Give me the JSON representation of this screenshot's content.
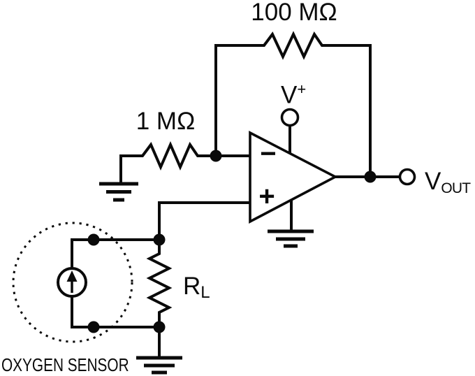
{
  "diagram": {
    "description": "op-amp amplifier circuit with oxygen sensor current source",
    "colors": {
      "line": "#0a0a0a",
      "background": "#ffffff"
    },
    "labels": {
      "feedback_resistor": "100 MΩ",
      "input_resistor": "1 MΩ",
      "supply": {
        "main": "V",
        "sup": "+"
      },
      "output": {
        "main": "V",
        "sub": "OUT"
      },
      "load_resistor": {
        "main": "R",
        "sub": "L"
      },
      "opamp": {
        "inverting_input": "−",
        "noninverting_input": "+"
      },
      "sensor_caption": "OXYGEN SENSOR"
    }
  }
}
